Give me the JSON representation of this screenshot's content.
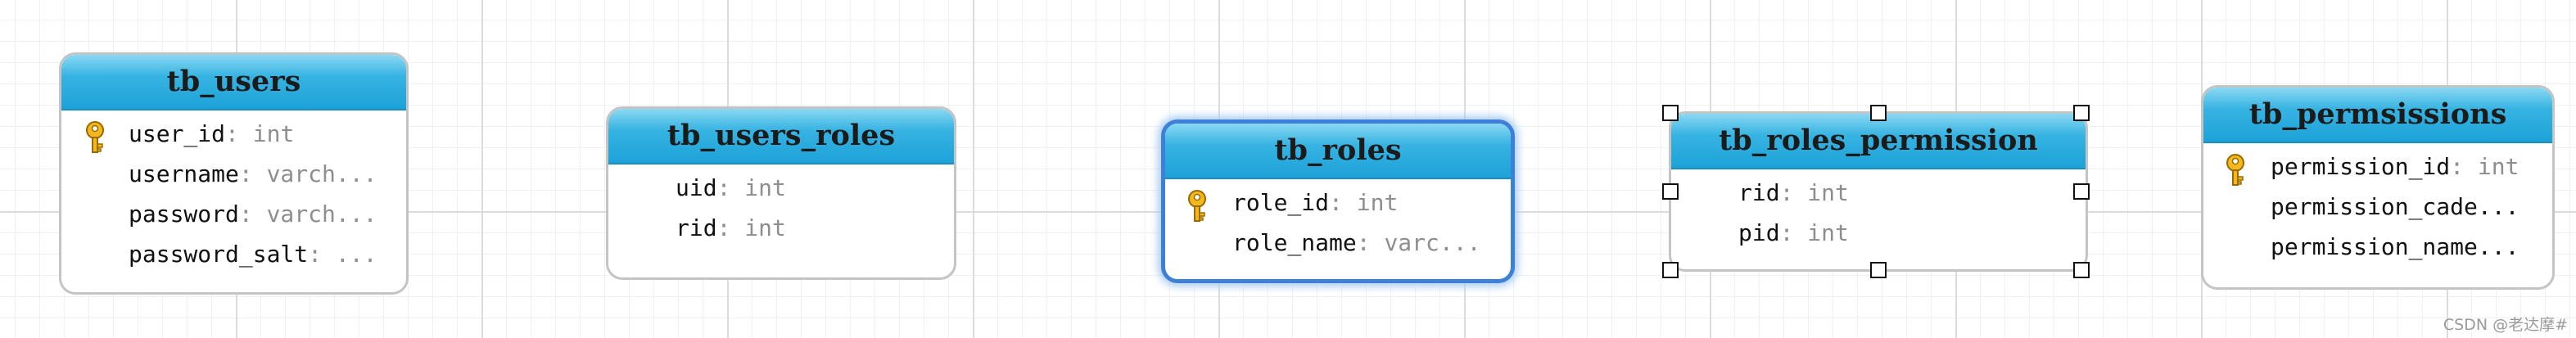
{
  "tables": [
    {
      "name": "tb_users",
      "fields": [
        {
          "name": "user_id",
          "type": "int",
          "key": true
        },
        {
          "name": "username",
          "type": "varch...",
          "key": false
        },
        {
          "name": "password",
          "type": "varch...",
          "key": false
        },
        {
          "name": "password_salt",
          "type": "...",
          "key": false
        }
      ]
    },
    {
      "name": "tb_users_roles",
      "fields": [
        {
          "name": "uid",
          "type": "int",
          "key": false
        },
        {
          "name": "rid",
          "type": "int",
          "key": false
        }
      ]
    },
    {
      "name": "tb_roles",
      "fields": [
        {
          "name": "role_id",
          "type": "int",
          "key": true
        },
        {
          "name": "role_name",
          "type": "varc...",
          "key": false
        }
      ]
    },
    {
      "name": "tb_roles_permission",
      "fields": [
        {
          "name": "rid",
          "type": "int",
          "key": false
        },
        {
          "name": "pid",
          "type": "int",
          "key": false
        }
      ]
    },
    {
      "name": "tb_permsissions",
      "fields": [
        {
          "name": "permission_id",
          "type": "int",
          "key": true
        },
        {
          "name": "permission_cade...",
          "type": "",
          "key": false
        },
        {
          "name": "permission_name...",
          "type": "",
          "key": false
        }
      ]
    }
  ],
  "watermark": "CSDN @老达摩#"
}
